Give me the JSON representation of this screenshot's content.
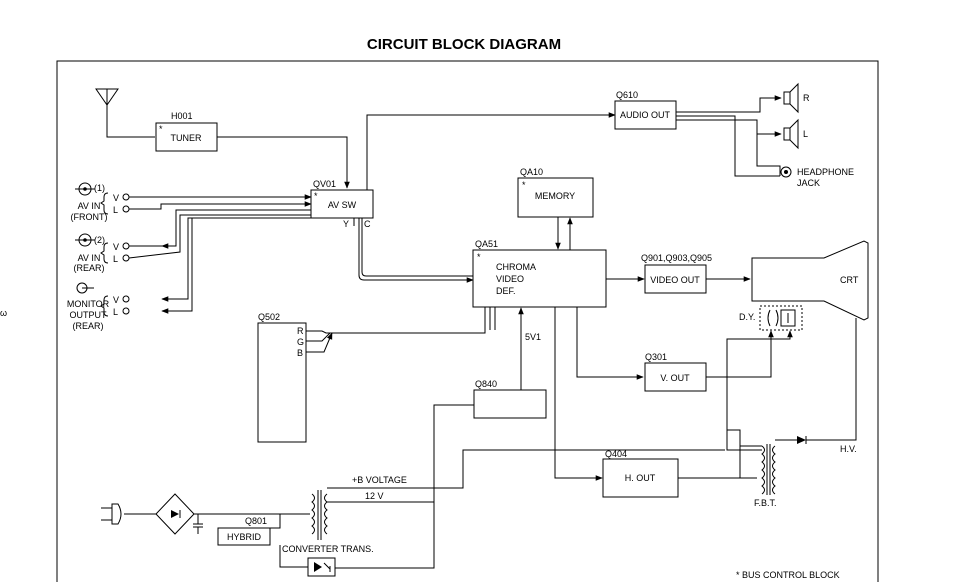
{
  "title": "CIRCUIT BLOCK DIAGRAM",
  "blocks": {
    "h001": {
      "ref": "H001",
      "label": "TUNER",
      "star": "*"
    },
    "qv01": {
      "ref": "QV01",
      "label": "AV SW",
      "star": "*"
    },
    "qa10": {
      "ref": "QA10",
      "label": "MEMORY",
      "star": "*"
    },
    "qa51": {
      "ref": "QA51",
      "lines": [
        "CHROMA",
        "VIDEO",
        "DEF."
      ],
      "star": "*"
    },
    "q610": {
      "ref": "Q610",
      "label": "AUDIO OUT"
    },
    "q901": {
      "ref": "Q901,Q903,Q905",
      "label": "VIDEO OUT"
    },
    "q301": {
      "ref": "Q301",
      "label": "V. OUT"
    },
    "q404": {
      "ref": "Q404",
      "label": "H. OUT"
    },
    "q840": {
      "ref": "Q840"
    },
    "q502": {
      "ref": "Q502",
      "pins": [
        "R",
        "G",
        "B"
      ]
    },
    "q801": {
      "ref": "Q801",
      "label": "HYBRID"
    },
    "crt": {
      "label": "CRT"
    }
  },
  "inputs": {
    "av1": {
      "num": "(1)",
      "lines": [
        "AV IN",
        "(FRONT)"
      ]
    },
    "av2": {
      "num": "(2)",
      "lines": [
        "AV IN",
        "(REAR)"
      ]
    },
    "mon": {
      "lines": [
        "MONITOR",
        "OUTPUT",
        "(REAR)"
      ]
    },
    "v": "V",
    "l": "L"
  },
  "labels": {
    "speaker_r": "R",
    "speaker_l": "L",
    "headphone": [
      "HEADPHONE",
      "JACK"
    ],
    "y": "Y",
    "c": "C",
    "dy": "D.Y.",
    "v1": "5V1",
    "b_voltage": "+B VOLTAGE",
    "v12": "12 V",
    "converter": "CONVERTER TRANS.",
    "fbt": "F.B.T.",
    "hv": "H.V.",
    "footnote": "* BUS CONTROL BLOCK",
    "edge_mark": "ω"
  }
}
